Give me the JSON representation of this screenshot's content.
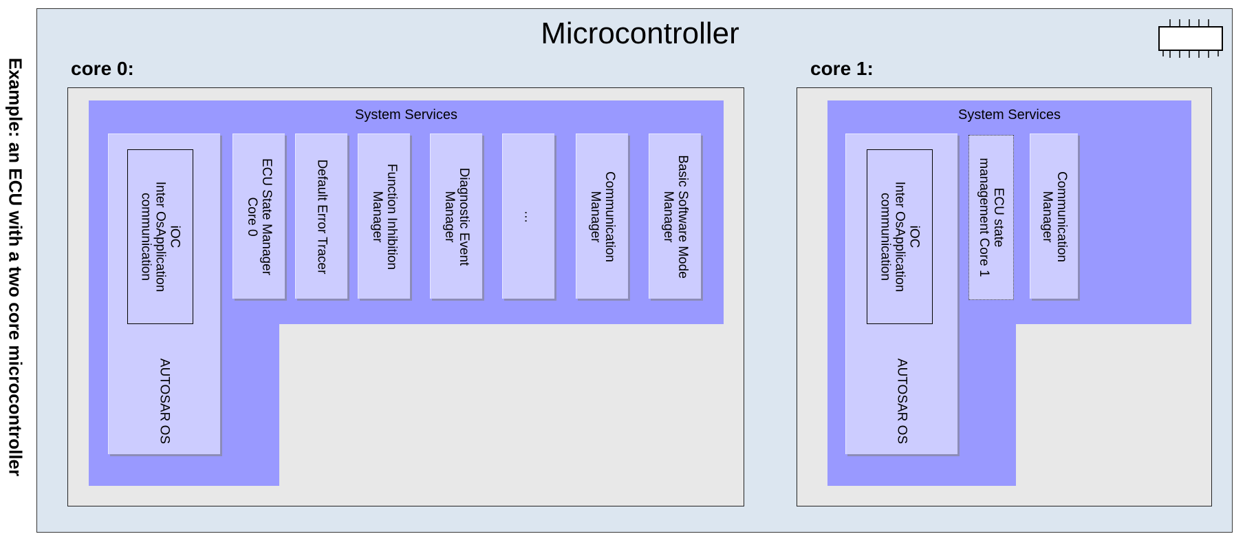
{
  "side_title": "Example: an ECU with a two core microcontroller",
  "microcontroller": {
    "title": "Microcontroller",
    "icon": "chip-icon"
  },
  "core0": {
    "label": "core 0:",
    "services_title": "System Services",
    "os_label": "AUTOSAR OS",
    "ioc_label": "iOC\nInter OsApplication\ncommunication",
    "modules": [
      "ECU State Manager\nCore 0",
      "Default Error Tracer",
      "Function Inhibition\nManager",
      "Diagnostic Event\nManager",
      "…",
      "Communication\nManager",
      "Basic Software Mode\nManager"
    ]
  },
  "core1": {
    "label": "core 1:",
    "services_title": "System Services",
    "os_label": "AUTOSAR OS",
    "ioc_label": "iOC\nInter OsApplication\ncommunication",
    "modules": [
      "ECU state\nmanagement Core 1",
      "Communication\nManager"
    ]
  },
  "colors": {
    "frame": "#dce6f0",
    "core_box": "#e8e8e8",
    "services": "#9999ff",
    "module": "#ccccff"
  }
}
